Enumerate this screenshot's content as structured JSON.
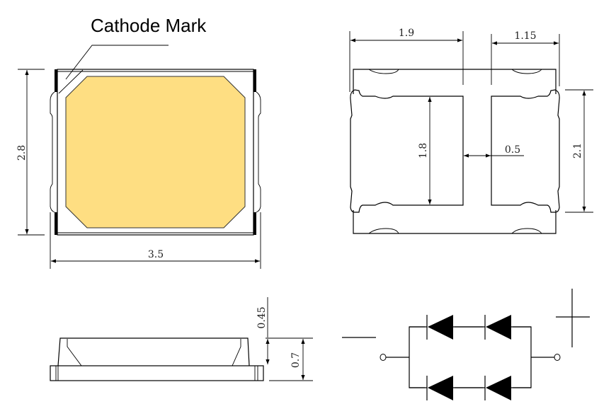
{
  "labels": {
    "cathode_mark": "Cathode Mark",
    "top_view_height": "2.8",
    "top_view_width": "3.5",
    "pad_left_width": "1.9",
    "pad_right_width": "1.15",
    "pad_height": "1.8",
    "pad_gap": "0.5",
    "pad_outer_height": "2.1",
    "lens_height": "0.45",
    "total_height": "0.7",
    "minus_sign": "−",
    "plus_sign": "+"
  },
  "colors": {
    "emitter_fill": "#FEDE82",
    "line": "#000000"
  }
}
